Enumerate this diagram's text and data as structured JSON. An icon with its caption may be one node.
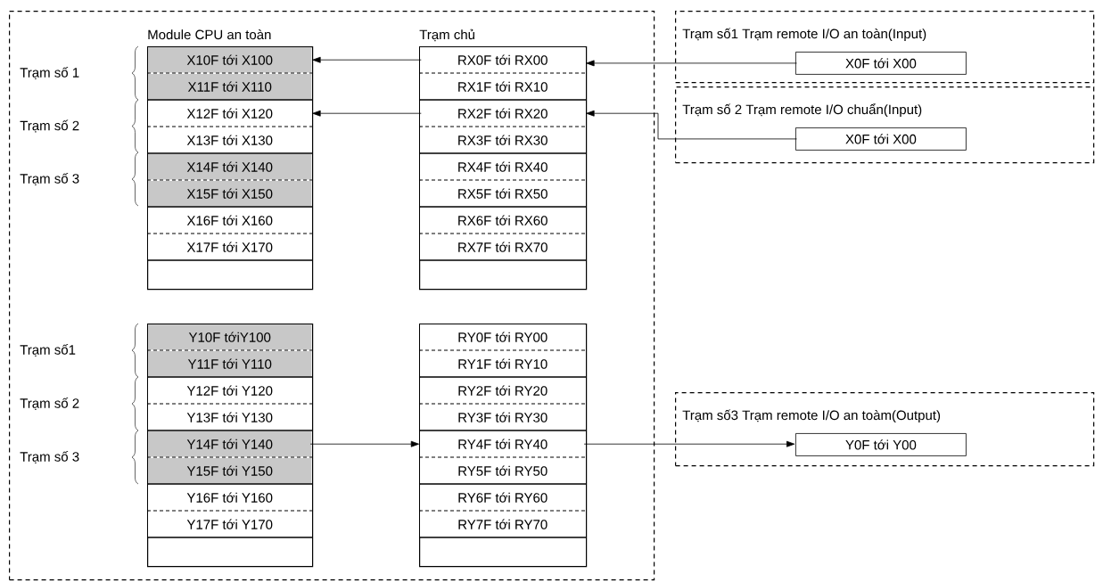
{
  "diagram": {
    "nodes": [
      {
        "text": [],
        "shape": "box"
      },
      {
        "text": [
          "Module CPU an toàn"
        ],
        "in": 0
      },
      {
        "text": [
          "X10F tới X100"
        ],
        "in": 1
      },
      {
        "text": [
          "X11F tới X110"
        ],
        "in": 1
      },
      {
        "text": [
          "X12F tới X120"
        ],
        "in": 1
      },
      {
        "text": [
          "X13F tới X130"
        ],
        "in": 1
      },
      {
        "text": [
          "X14F tới X140"
        ],
        "in": 1
      },
      {
        "text": [
          "X15F tới X150"
        ],
        "in": 1
      },
      {
        "text": [
          "X16F tới X160"
        ],
        "in": 1
      },
      {
        "text": [
          "X17F tới X170"
        ],
        "in": 1
      },
      {
        "text": [
          "Trạm chủ"
        ],
        "in": 0
      },
      {
        "text": [
          "RX0F tới RX00"
        ],
        "in": 10
      },
      {
        "text": [
          "RX1F tới RX10"
        ],
        "in": 10
      },
      {
        "text": [
          "RX2F tới RX20"
        ],
        "in": 10
      },
      {
        "text": [
          "RX3F tới RX30"
        ],
        "in": 10
      },
      {
        "text": [
          "RX4F tới RX40"
        ],
        "in": 10
      },
      {
        "text": [
          "RX5F tới RX50"
        ],
        "in": 10
      },
      {
        "text": [
          "RX6F tới RX60"
        ],
        "in": 10
      },
      {
        "text": [
          "RX7F tới RX70"
        ],
        "in": 10
      },
      {
        "text": [],
        "shape": "box",
        "in": 0
      },
      {
        "text": [
          "Y10F tớiY100"
        ],
        "in": 19
      },
      {
        "text": [
          "Y11F tới Y110"
        ],
        "in": 19
      },
      {
        "text": [
          "Y12F tới Y120"
        ],
        "in": 19
      },
      {
        "text": [
          "Y13F tới Y130"
        ],
        "in": 19
      },
      {
        "text": [
          "Y14F tới Y140"
        ],
        "in": 19
      },
      {
        "text": [
          "Y15F tới Y150"
        ],
        "in": 19
      },
      {
        "text": [
          "Y16F tới Y160"
        ],
        "in": 19
      },
      {
        "text": [
          "Y17F tới Y170"
        ],
        "in": 19
      },
      {
        "text": [],
        "shape": "box",
        "in": 0
      },
      {
        "text": [
          "RY0F tới RY00"
        ],
        "in": 28
      },
      {
        "text": [
          "RY1F tới RY10"
        ],
        "in": 28
      },
      {
        "text": [
          "RY2F tới RY20"
        ],
        "in": 28
      },
      {
        "text": [
          "RY3F tới RY30"
        ],
        "in": 28
      },
      {
        "text": [
          "RY4F tới RY40"
        ],
        "in": 28
      },
      {
        "text": [
          "RY5F tới RY50"
        ],
        "in": 28
      },
      {
        "text": [
          "RY6F tới RY60"
        ],
        "in": 28
      },
      {
        "text": [
          "RY7F tới RY70"
        ],
        "in": 28
      },
      {
        "text": [
          "Trạm số1 Trạm remote I/O an toàn(Input)"
        ]
      },
      {
        "text": [
          "X0F tới X00"
        ],
        "in": 37
      },
      {
        "text": [
          "Trạm số 2 Trạm remote I/O chuẩn(Input)"
        ]
      },
      {
        "text": [
          "X0F tới X00"
        ],
        "in": 39
      },
      {
        "text": [
          "Trạm số3 Trạm remote I/O an toàm(Output)"
        ]
      },
      {
        "text": [
          "Y0F tới Y00"
        ],
        "in": 41
      }
    ],
    "edges": [
      {
        "from": 38,
        "to": 11,
        "arrow": "to"
      },
      {
        "from": 40,
        "to": 13,
        "arrow": "to"
      },
      {
        "from": 11,
        "to": 2,
        "arrow": "to"
      },
      {
        "from": 13,
        "to": 4,
        "arrow": "to"
      },
      {
        "from": 24,
        "to": 33,
        "arrow": "to"
      },
      {
        "from": 33,
        "to": 42,
        "arrow": "to"
      }
    ],
    "labels": [
      "Trạm số 1",
      "Trạm số 2",
      "Trạm số 3",
      "Trạm số1",
      "Trạm số 2",
      "Trạm số 3"
    ]
  }
}
